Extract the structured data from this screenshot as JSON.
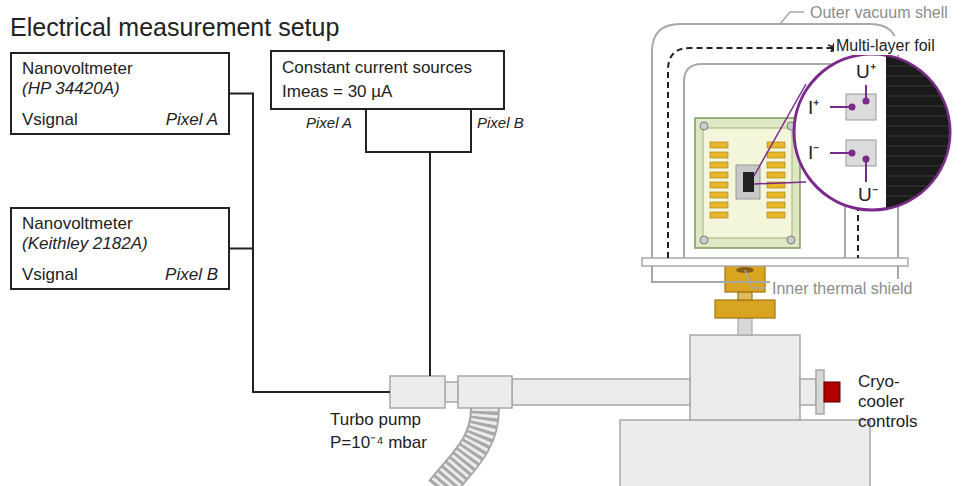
{
  "diagram": {
    "title": "Electrical measurement setup",
    "nodes": [
      {
        "text": [
          "Nanovoltmeter",
          "(HP 34420A)",
          "Vsignal",
          "Pixel A"
        ]
      },
      {
        "text": [
          "Nanovoltmeter",
          "(Keithley 2182A)",
          "Vsignal",
          "Pixel B"
        ]
      },
      {
        "text": [
          "Constant current sources",
          "Imeas = 30 µA"
        ]
      }
    ],
    "edges": [
      {
        "from": 0,
        "to": 1,
        "arrow": "none"
      }
    ],
    "labels": [
      "Pixel A",
      "Pixel B",
      "Turbo pump",
      "P=10⁻⁴ mbar",
      "Outer vacuum shell",
      "Multi-layer foil",
      "Inner thermal shield",
      "Cryo-cooler controls",
      "U⁺",
      "I⁺",
      "I⁻",
      "U⁻"
    ]
  }
}
